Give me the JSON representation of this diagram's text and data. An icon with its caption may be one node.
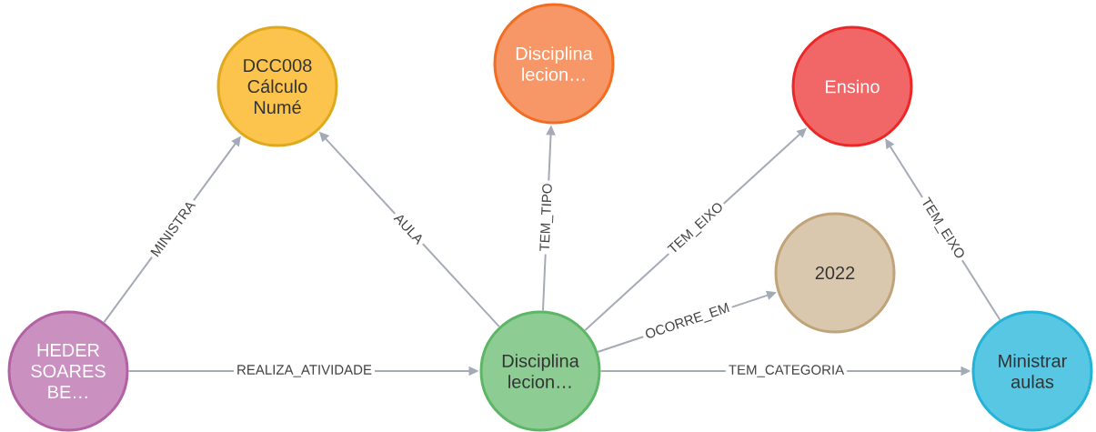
{
  "diagram": {
    "nodes": [
      {
        "text": [
          "DCC008 Cálculo Numé"
        ]
      },
      {
        "text": [
          "Disciplina lecion…"
        ]
      },
      {
        "text": [
          "Ensino"
        ]
      },
      {
        "text": [
          "2022"
        ]
      },
      {
        "text": [
          "HEDER SOARES BE…"
        ]
      },
      {
        "text": [
          "Disciplina lecion…"
        ]
      },
      {
        "text": [
          "Ministrar aulas"
        ]
      }
    ],
    "edges": [
      {
        "from": 4,
        "to": 0,
        "arrow": "to",
        "label": "MINISTRA"
      },
      {
        "from": 5,
        "to": 0,
        "arrow": "to",
        "label": "AULA"
      },
      {
        "from": 5,
        "to": 1,
        "arrow": "to",
        "label": "TEM_TIPO"
      },
      {
        "from": 5,
        "to": 2,
        "arrow": "to",
        "label": "TEM_EIXO"
      },
      {
        "from": 5,
        "to": 3,
        "arrow": "to",
        "label": "OCORRE_EM"
      },
      {
        "from": 4,
        "to": 5,
        "arrow": "to",
        "label": "REALIZA_ATIVIDADE"
      },
      {
        "from": 5,
        "to": 6,
        "arrow": "to",
        "label": "TEM_CATEGORIA"
      },
      {
        "from": 6,
        "to": 2,
        "arrow": "to",
        "label": "TEM_EIXO"
      }
    ]
  }
}
